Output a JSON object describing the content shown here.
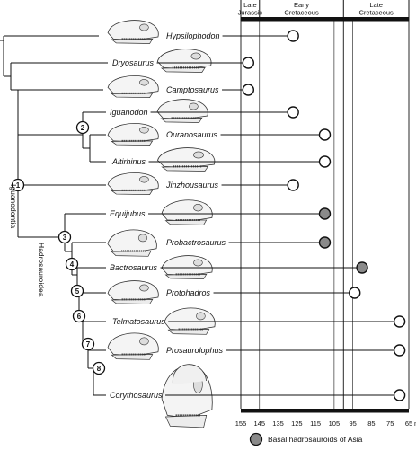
{
  "periods": [
    {
      "name": "Late Jurassic",
      "lines": [
        "Late",
        "Jurassic"
      ]
    },
    {
      "name": "Early Cretaceous",
      "lines": [
        "Early",
        "Cretaceous"
      ]
    },
    {
      "name": "Late Cretaceous",
      "lines": [
        "Late",
        "Cretaceous"
      ]
    }
  ],
  "axis": {
    "ticks": [
      "155",
      "145",
      "135",
      "125",
      "115",
      "105",
      "95",
      "85",
      "75",
      "65"
    ],
    "unit": "myr"
  },
  "taxa": [
    {
      "name": "Hypsilophodon",
      "age_myr": 127,
      "asia": false
    },
    {
      "name": "Dryosaurus",
      "age_myr": 151,
      "asia": false
    },
    {
      "name": "Camptosaurus",
      "age_myr": 151,
      "asia": false
    },
    {
      "name": "Iguanodon",
      "age_myr": 127,
      "asia": false
    },
    {
      "name": "Ouranosaurus",
      "age_myr": 110,
      "asia": false
    },
    {
      "name": "Altirhinus",
      "age_myr": 110,
      "asia": false
    },
    {
      "name": "Jinzhousaurus",
      "age_myr": 127,
      "asia": false
    },
    {
      "name": "Equijubus",
      "age_myr": 110,
      "asia": true
    },
    {
      "name": "Probactrosaurus",
      "age_myr": 110,
      "asia": true
    },
    {
      "name": "Bactrosaurus",
      "age_myr": 90,
      "asia": true
    },
    {
      "name": "Protohadros",
      "age_myr": 94,
      "asia": false
    },
    {
      "name": "Telmatosaurus",
      "age_myr": 70,
      "asia": false
    },
    {
      "name": "Prosaurolophus",
      "age_myr": 70,
      "asia": false
    },
    {
      "name": "Corythosaurus",
      "age_myr": 70,
      "asia": false
    }
  ],
  "nodes": [
    "1",
    "2",
    "3",
    "4",
    "5",
    "6",
    "7",
    "8"
  ],
  "clades": {
    "iguanodontia": "Iguanodontia",
    "hadrosauroidea": "Hadrosauroidea"
  },
  "legend": {
    "label": "Basal hadrosauroids of Asia",
    "color": "#8a8a8a"
  },
  "colors": {
    "ink": "#111111",
    "asia_fill": "#8a8a8a"
  }
}
